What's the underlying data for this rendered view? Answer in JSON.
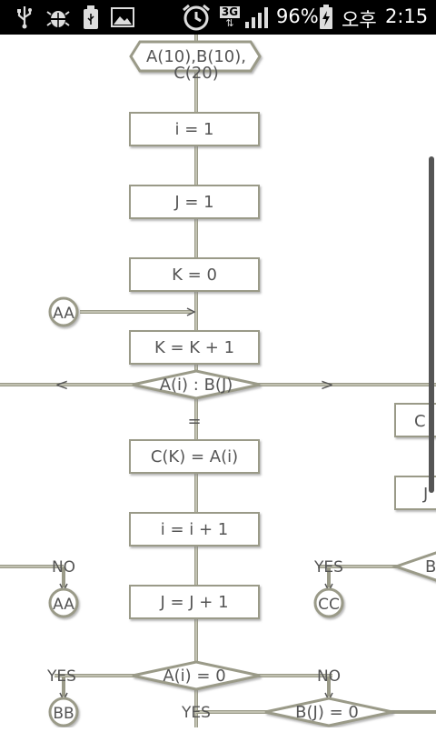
{
  "status_bar": {
    "icons": [
      "usb-icon",
      "android-debug-icon",
      "usb-storage-icon",
      "image-icon",
      "alarm-icon",
      "network-3g-icon",
      "signal-bars-icon",
      "battery-charging-icon"
    ],
    "network_label": "3G",
    "battery_percent": "96%",
    "ampm": "오후",
    "time": "2:15"
  },
  "flowchart": {
    "start": "A(10),B(10),",
    "start_overflow": "C(20)",
    "step_i1": "i = 1",
    "step_j1": "J = 1",
    "step_k0": "K = 0",
    "conn_aa_top": "AA",
    "step_kinc": "K = K + 1",
    "compare_ab": "A(i) : B(J)",
    "lt": "<",
    "gt": ">",
    "eq": "=",
    "right_box_top": "C",
    "right_box_mid": "J",
    "step_ck": "C(K) = A(i)",
    "step_iinc": "i = i + 1",
    "no_left": "NO",
    "yes_right": "YES",
    "right_decision": "B",
    "conn_aa_bottom": "AA",
    "step_jinc": "J = J + 1",
    "conn_cc": "CC",
    "yes_left": "YES",
    "decision_ai0": "A(i) = 0",
    "no_right": "NO",
    "conn_bb": "BB",
    "yes_bottom": "YES",
    "decision_bj0": "B(J) = 0"
  }
}
